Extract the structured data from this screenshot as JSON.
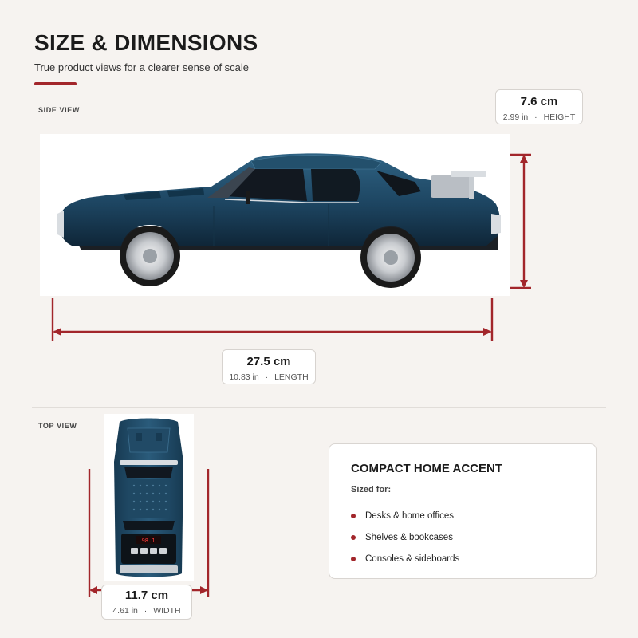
{
  "header": {
    "title": "SIZE & DIMENSIONS",
    "subtitle": "True product views for a clearer sense of scale"
  },
  "colors": {
    "accent": "#a2262b",
    "car_body": "#1f4863",
    "background": "#f6f3f0"
  },
  "side_view": {
    "label": "SIDE VIEW",
    "height": {
      "metric": "7.6 cm",
      "imperial": "2.99 in",
      "separator": "·",
      "dimension": "HEIGHT"
    },
    "length": {
      "metric": "27.5 cm",
      "imperial": "10.83 in",
      "separator": "·",
      "dimension": "LENGTH"
    }
  },
  "top_view": {
    "label": "TOP VIEW",
    "width": {
      "metric": "11.7 cm",
      "imperial": "4.61 in",
      "separator": "·",
      "dimension": "WIDTH"
    },
    "display_readout": "98.1"
  },
  "info_card": {
    "title": "COMPACT HOME ACCENT",
    "subtitle": "Sized for:",
    "items": [
      "Desks & home offices",
      "Shelves & bookcases",
      "Consoles & sideboards"
    ]
  }
}
